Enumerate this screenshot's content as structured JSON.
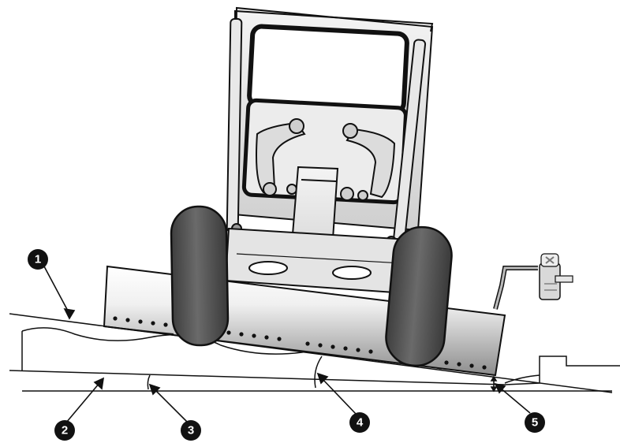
{
  "diagram": {
    "callouts": [
      {
        "id": "1",
        "label": "1"
      },
      {
        "id": "2",
        "label": "2"
      },
      {
        "id": "3",
        "label": "3"
      },
      {
        "id": "4",
        "label": "4"
      },
      {
        "id": "5",
        "label": "5"
      }
    ],
    "colors": {
      "outline": "#111111",
      "tire": "#555555",
      "blade_light": "#f4f4f4",
      "blade_dark": "#9a9a9a",
      "frame": "#e2e2e2",
      "callout_fill": "#111111"
    }
  }
}
